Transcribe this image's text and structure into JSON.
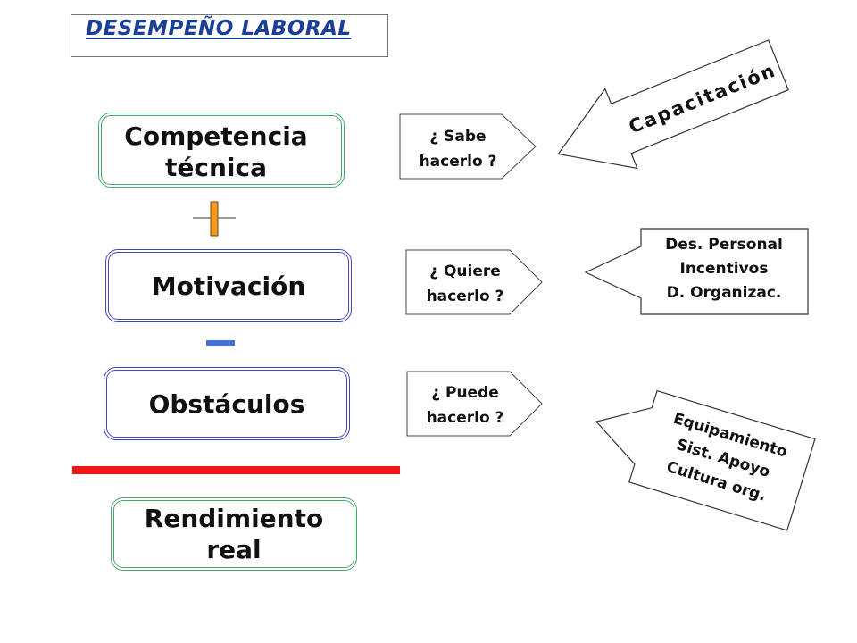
{
  "title": "DESEMPEÑO LABORAL",
  "factors": {
    "competencia": "Competencia\ntécnica",
    "motivacion": "Motivación",
    "obstaculos": "Obstáculos",
    "rendimiento": "Rendimiento\nreal"
  },
  "questions": {
    "sabe": [
      "¿ Sabe",
      "hacerlo ?"
    ],
    "quiere": [
      "¿ Quiere",
      "hacerlo ?"
    ],
    "puede": [
      "¿ Puede",
      "hacerlo ?"
    ]
  },
  "actions": {
    "capacitacion": "Capacitación",
    "personal": [
      "Des. Personal",
      "Incentivos",
      "D. Organizac."
    ],
    "equipamiento": [
      "Equipamiento",
      "Sist. Apoyo",
      "Cultura org."
    ]
  },
  "colors": {
    "plus": "#f39a1e",
    "minus": "#3f6fe0",
    "result_line": "#f01616",
    "green_border": "#4aa56b",
    "blue_border": "#4046b8",
    "title": "#1a3f97"
  }
}
